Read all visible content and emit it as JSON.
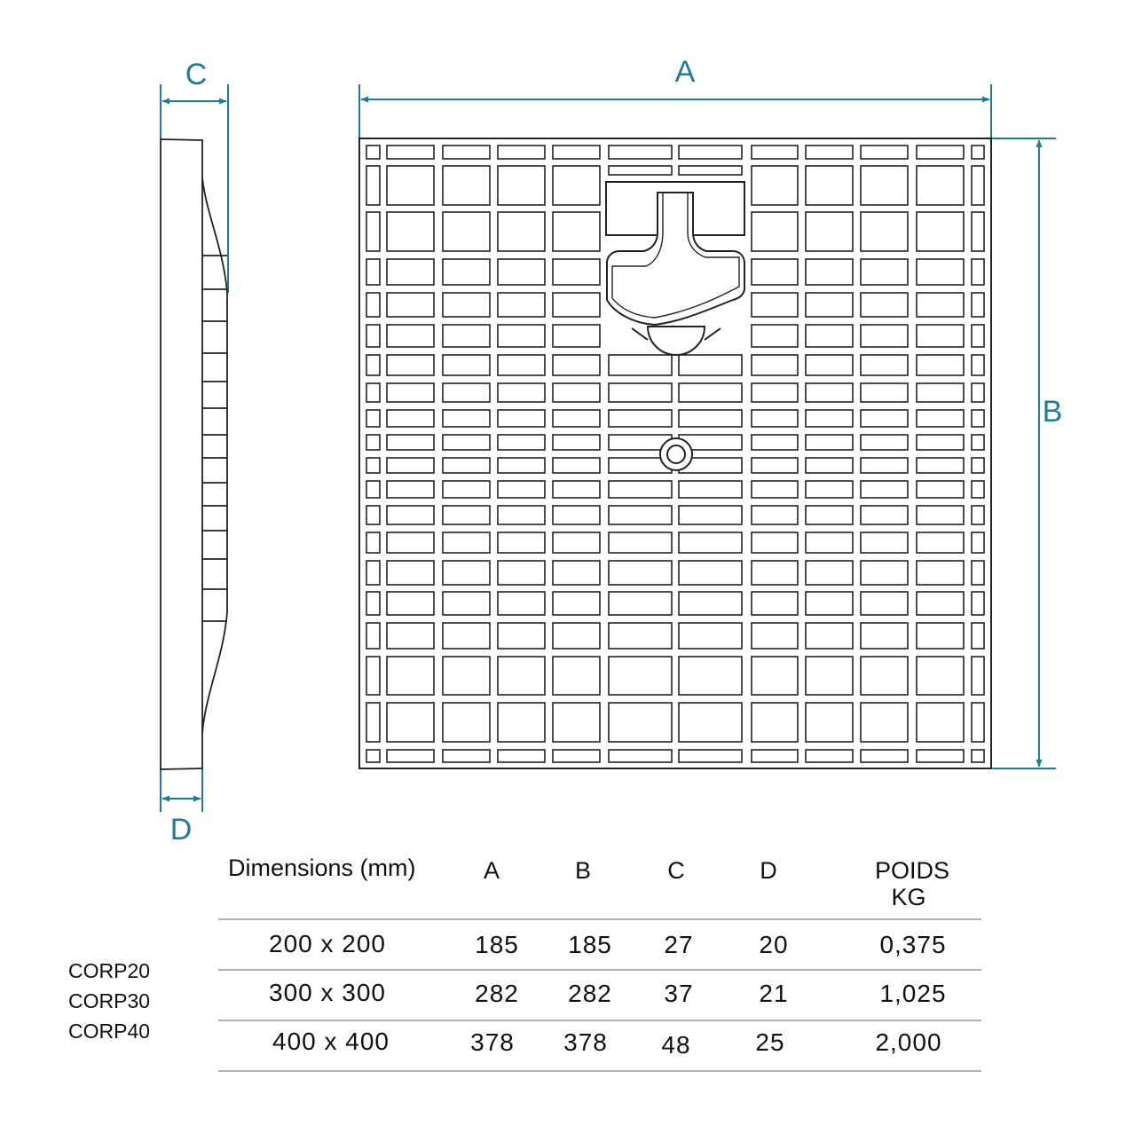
{
  "colors": {
    "dimension": "#1f7d9a",
    "outline": "#222222"
  },
  "dimension_labels": {
    "a": "A",
    "b": "B",
    "c": "C",
    "d": "D"
  },
  "table": {
    "header": {
      "dimensions": "Dimensions (mm)",
      "a": "A",
      "b": "B",
      "c": "C",
      "d": "D",
      "poids_line1": "POIDS",
      "poids_line2": "KG"
    },
    "rows": [
      {
        "dimensions": "200 x 200",
        "a": "185",
        "b": "185",
        "c": "27",
        "d": "20",
        "poids": "0,375"
      },
      {
        "dimensions": "300 x 300",
        "a": "282",
        "b": "282",
        "c": "37",
        "d": "21",
        "poids": "1,025"
      },
      {
        "dimensions": "400 x 400",
        "a": "378",
        "b": "378",
        "c": "48",
        "d": "25",
        "poids": "2,000"
      }
    ]
  },
  "models": [
    "CORP20",
    "CORP30",
    "CORP40"
  ]
}
